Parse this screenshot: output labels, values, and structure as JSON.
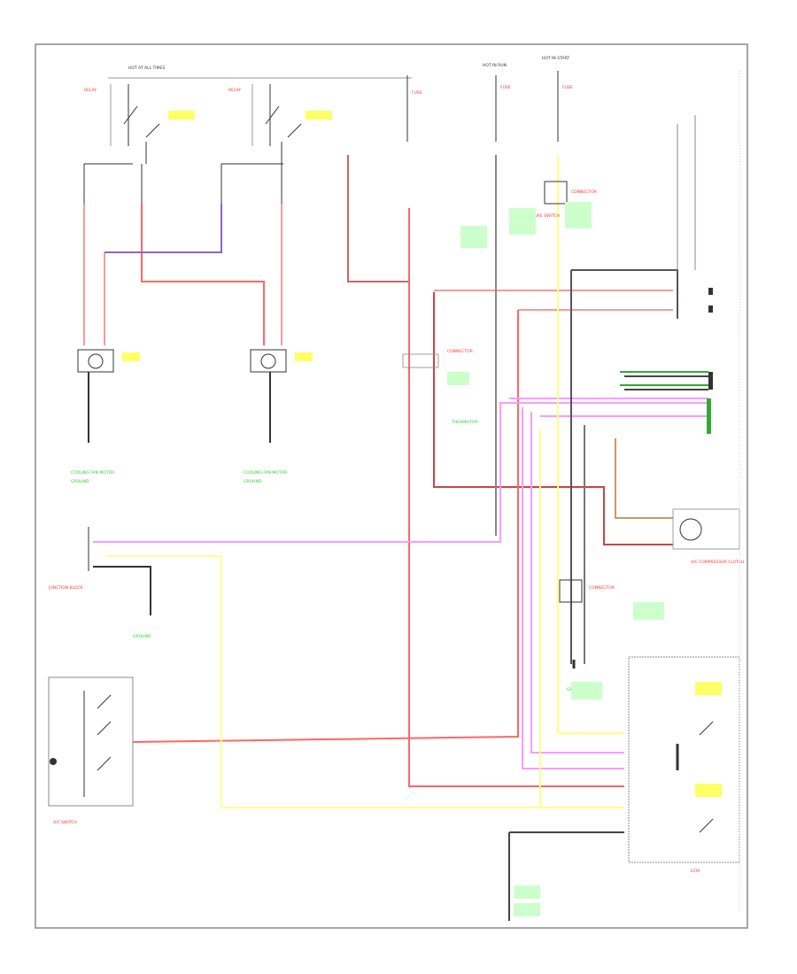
{
  "footer_code": "",
  "labels": {
    "hot_all_times": "HOT AT ALL TIMES",
    "hot_run": "HOT IN RUN",
    "hot_start": "HOT IN START",
    "fuse_1": "FUSE",
    "fuse_2": "FUSE",
    "fuse_3": "FUSE",
    "relay_1": "RELAY",
    "relay_2": "RELAY",
    "cooling_fan_left": "COOLING FAN MOTOR",
    "cooling_fan_right": "COOLING FAN MOTOR",
    "ground_1": "GROUND",
    "ground_2": "GROUND",
    "ground_3": "GROUND",
    "ground_4": "GROUND",
    "junction_block": "JUNCTION BLOCK",
    "ecm": "ECM",
    "ac_pressure_switch": "A/C PRESSURE SWITCH",
    "ac_compressor_clutch": "A/C COMPRESSOR CLUTCH",
    "ac_switch": "A/C SWITCH",
    "thermistor": "THERMISTOR",
    "connector_1": "CONNECTOR",
    "connector_2": "CONNECTOR",
    "connector_3": "CONNECTOR"
  }
}
